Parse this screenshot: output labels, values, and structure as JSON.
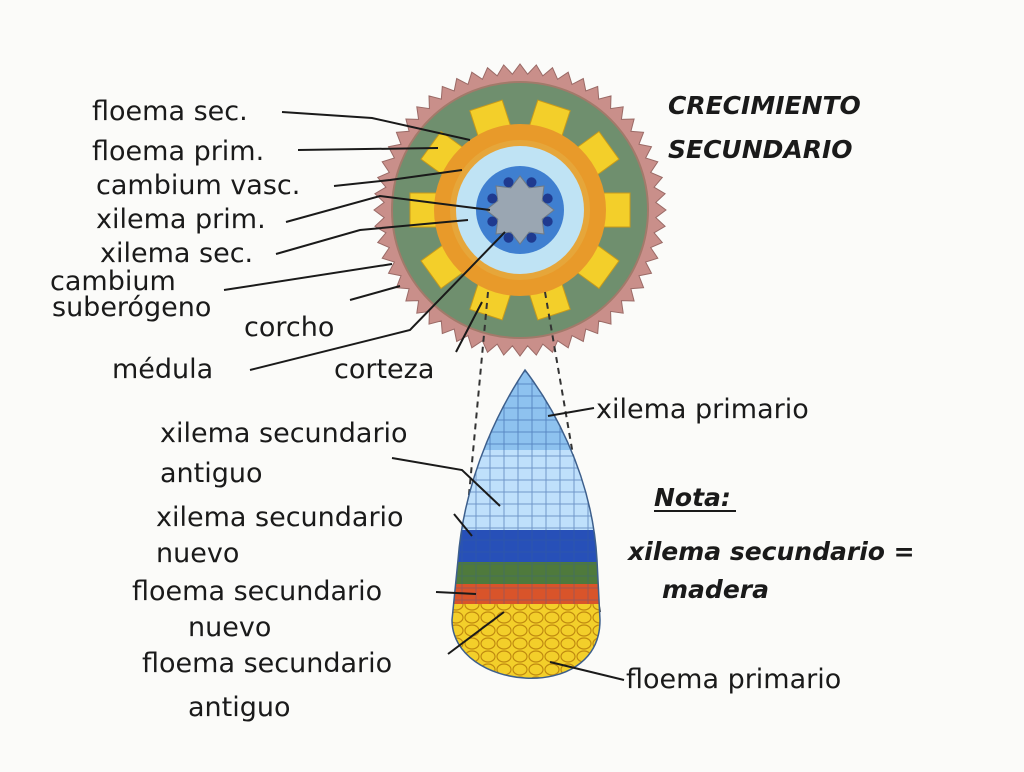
{
  "title_line1": "CRECIMIENTO",
  "title_line2": "SECUNDARIO",
  "stem_labels": {
    "floema_sec": "floema sec.",
    "floema_prim": "floema prim.",
    "cambium_vasc": "cambium vasc.",
    "xilema_prim": "xilema prim.",
    "xilema_sec": "xilema sec.",
    "cambium_line1": "cambium",
    "cambium_line2": "suberógeno",
    "corcho": "corcho",
    "medula": "médula",
    "corteza": "corteza"
  },
  "detail_labels": {
    "xilema_primario": "xilema primario",
    "xs_antiguo_1": "xilema secundario",
    "xs_antiguo_2": "antiguo",
    "xs_nuevo_1": "xilema secundario",
    "xs_nuevo_2": "nuevo",
    "fs_nuevo_1": "floema secundario",
    "fs_nuevo_2": "nuevo",
    "fs_antiguo_1": "floema secundario",
    "fs_antiguo_2": "antiguo",
    "floema_primario": "floema primario"
  },
  "note": {
    "heading": "Nota:",
    "line1": "xilema secundario =",
    "line2": "madera"
  },
  "colors": {
    "bark": "#c98f8a",
    "cortex": "#6f8f6e",
    "phloem_orange": "#e89a2a",
    "phloem_yellow": "#f3cf2a",
    "xylem_light": "#bfe3f4",
    "xylem_blue": "#3f7fd0",
    "pith": "#9aa6b2",
    "xylem_dark": "#1f3a8f",
    "cambium_green": "#4f7a3c",
    "cambium_red": "#d9542a"
  }
}
